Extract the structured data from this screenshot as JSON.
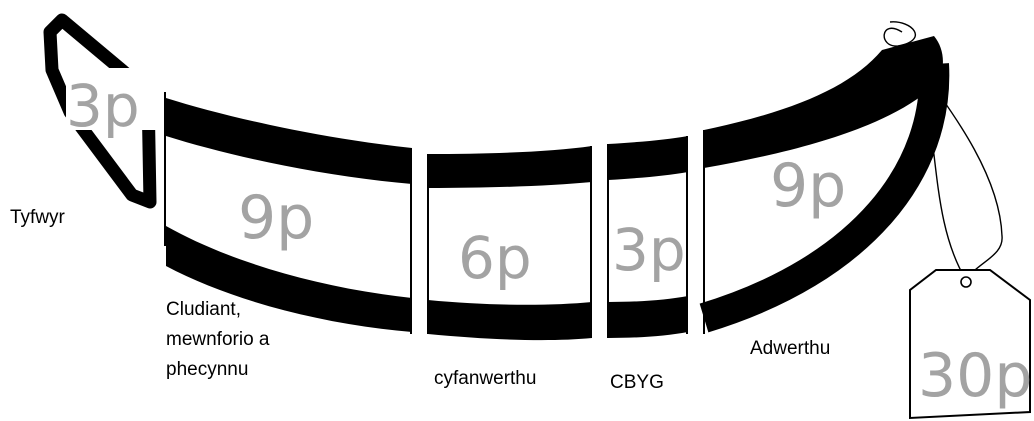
{
  "segments": [
    {
      "id": "grower",
      "price": "3p",
      "label": "Tyfwyr"
    },
    {
      "id": "transport",
      "price": "9p",
      "label": "Cludiant,\nmewnforio a\nphecynnu"
    },
    {
      "id": "wholesale",
      "price": "6p",
      "label": "cyfanwerthu"
    },
    {
      "id": "vat",
      "price": "3p",
      "label": "CBYG"
    },
    {
      "id": "retail",
      "price": "9p",
      "label": "Adwerthu"
    }
  ],
  "total_tag": {
    "price": "30p"
  },
  "colors": {
    "outline": "#000000",
    "price_text": "#a3a3a3",
    "background": "#ffffff"
  }
}
